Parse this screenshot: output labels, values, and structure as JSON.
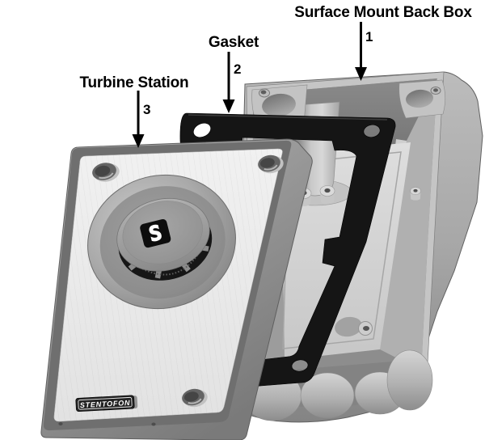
{
  "diagram": {
    "type": "exploded-assembly-illustration",
    "product": "Turbine Station",
    "callouts": [
      {
        "label": "Surface Mount Back Box",
        "number": "1"
      },
      {
        "label": "Gasket",
        "number": "2"
      },
      {
        "label": "Turbine Station",
        "number": "3"
      }
    ],
    "branding": {
      "badge_text": "STENTOFON",
      "logo_glyph": "S"
    },
    "colors": {
      "background": "#ffffff",
      "callout_line": "#000000",
      "gasket_black": "#151515",
      "panel_face_light": "#ececec",
      "panel_rim_dark": "#6f6f6f",
      "metal_mid_grey": "#9b9b9b",
      "box_interior_dark": "#7c7c7c",
      "box_plate_light": "#d6d6d6"
    }
  }
}
